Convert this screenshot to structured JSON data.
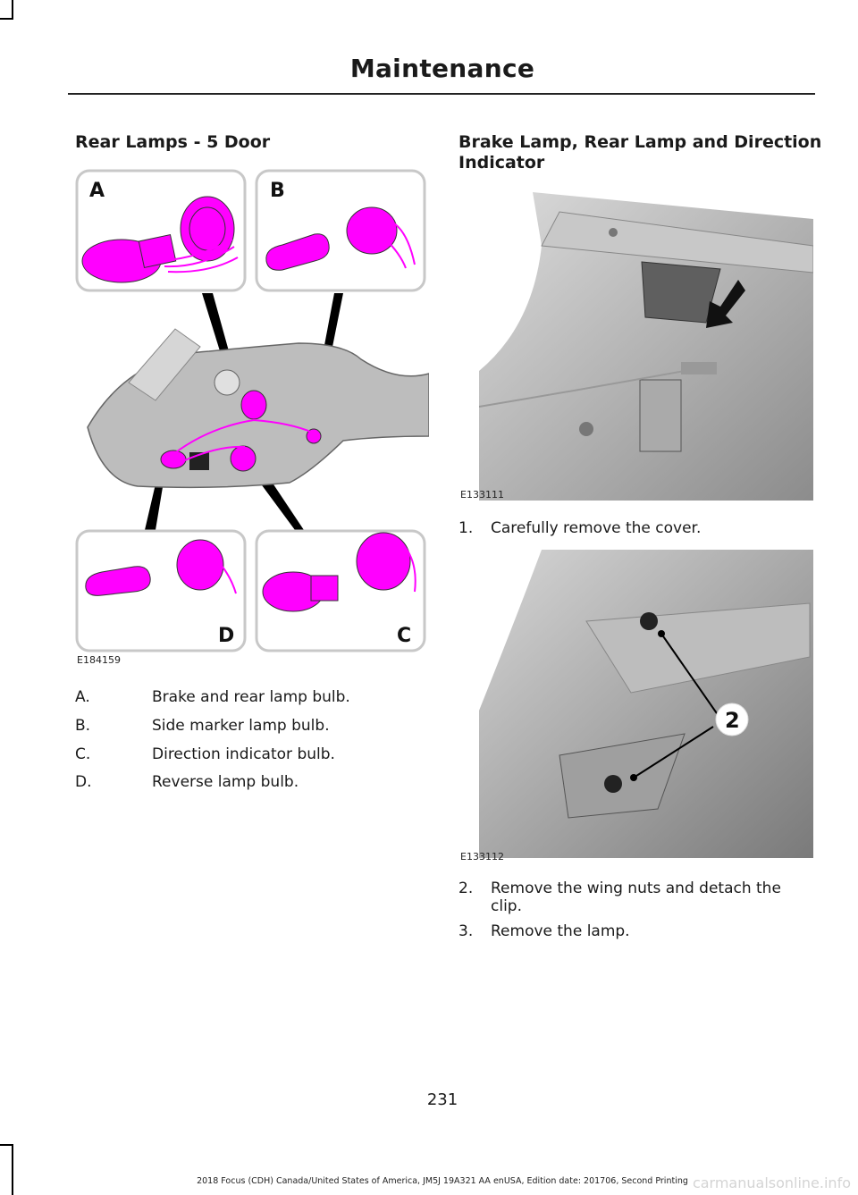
{
  "header": {
    "title": "Maintenance"
  },
  "left": {
    "section_title": "Rear Lamps - 5 Door",
    "figure": {
      "code": "E184159",
      "callouts": {
        "a": "A",
        "b": "B",
        "c": "C",
        "d": "D"
      }
    },
    "list": [
      {
        "label": "A.",
        "text": "Brake and rear lamp bulb."
      },
      {
        "label": "B.",
        "text": "Side marker lamp bulb."
      },
      {
        "label": "C.",
        "text": "Direction indicator bulb."
      },
      {
        "label": "D.",
        "text": "Reverse lamp bulb."
      }
    ]
  },
  "right": {
    "section_title_line1": "Brake Lamp, Rear Lamp and Direction",
    "section_title_line2": "Indicator",
    "figure1_code": "E133111",
    "figure2_code": "E133112",
    "figure2_callout": "2",
    "steps": [
      {
        "num": "1.",
        "text": "Carefully remove the cover."
      },
      {
        "num": "2.",
        "text": "Remove the wing nuts and detach the clip."
      },
      {
        "num": "3.",
        "text": "Remove the lamp."
      }
    ]
  },
  "page_number": "231",
  "footer": "2018 Focus (CDH) Canada/United States of America, JM5J 19A321 AA enUSA, Edition date: 201706, Second Printing",
  "watermark": "carmanualsonline.info",
  "colors": {
    "bulb_magenta": "#ff00ff",
    "panel_gray": "#b9b9b9",
    "text": "#1a1a1a"
  }
}
